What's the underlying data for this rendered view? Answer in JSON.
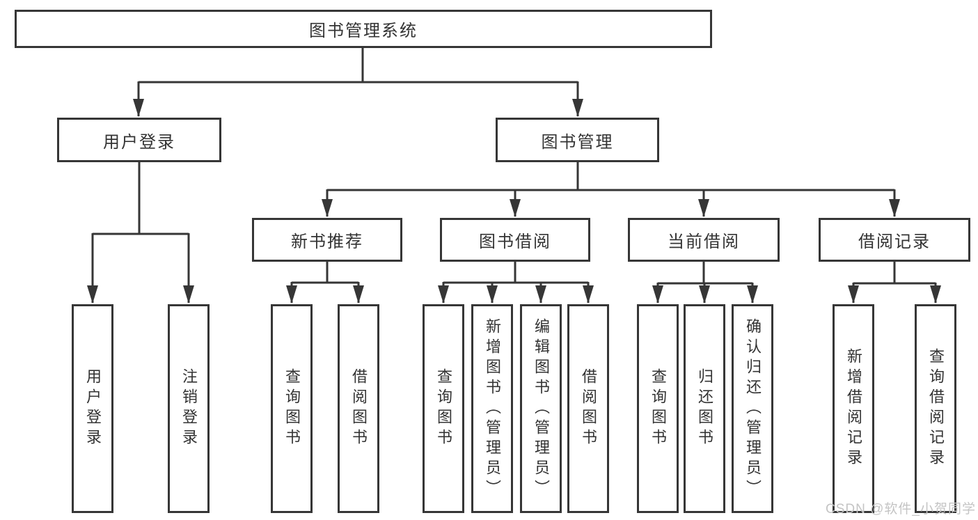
{
  "colors": {
    "line": "#363636",
    "text": "#333333",
    "box_fill": "#ffffff",
    "watermark": "#c4c4c4",
    "background": "#ffffff"
  },
  "nodes": {
    "root": {
      "label": "图书管理系统"
    },
    "level2": [
      {
        "label": "用户登录"
      },
      {
        "label": "图书管理"
      }
    ],
    "level3": [
      {
        "label": "新书推荐"
      },
      {
        "label": "图书借阅"
      },
      {
        "label": "当前借阅"
      },
      {
        "label": "借阅记录"
      }
    ],
    "leaves": [
      {
        "label": "用户登录"
      },
      {
        "label": "注销登录"
      },
      {
        "label": "查询图书"
      },
      {
        "label": "借阅图书"
      },
      {
        "label": "查询图书"
      },
      {
        "label": "新增图书（管理员）"
      },
      {
        "label": "编辑图书（管理员）"
      },
      {
        "label": "借阅图书"
      },
      {
        "label": "查询图书"
      },
      {
        "label": "归还图书"
      },
      {
        "label": "确认归还（管理员）"
      },
      {
        "label": "新增借阅记录"
      },
      {
        "label": "查询借阅记录"
      }
    ]
  },
  "watermark": {
    "text": "CSDN @软件_小贺同学"
  }
}
